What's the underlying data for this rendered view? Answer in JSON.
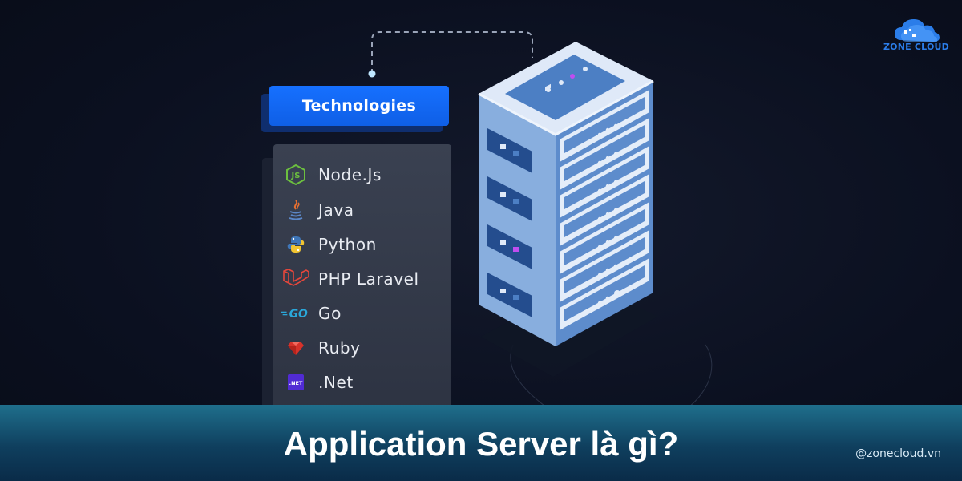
{
  "brand": {
    "logo_text": "ZONE CLOUD",
    "handle": "@zonecloud.vn",
    "accent_color": "#1670ff"
  },
  "panel": {
    "header": "Technologies",
    "items": [
      {
        "label": "Node.Js",
        "icon": "nodejs-icon"
      },
      {
        "label": "Java",
        "icon": "java-icon"
      },
      {
        "label": "Python",
        "icon": "python-icon"
      },
      {
        "label": "PHP Laravel",
        "icon": "laravel-icon"
      },
      {
        "label": "Go",
        "icon": "go-icon"
      },
      {
        "label": "Ruby",
        "icon": "ruby-icon"
      },
      {
        "label": ".Net",
        "icon": "dotnet-icon"
      }
    ]
  },
  "banner": {
    "title": "Application Server là gì?"
  }
}
